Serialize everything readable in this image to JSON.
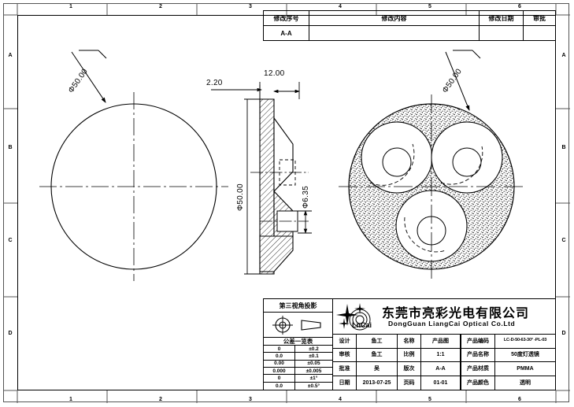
{
  "sheet": {
    "zone_columns": [
      "1",
      "2",
      "3",
      "4",
      "5",
      "6"
    ],
    "zone_rows": [
      "A",
      "B",
      "C",
      "D"
    ]
  },
  "revision_table": {
    "headers": [
      "修改序号",
      "修改内容",
      "修改日期",
      "审批"
    ],
    "rows": [
      {
        "no": "A-A",
        "content": "",
        "date": "",
        "approver": ""
      }
    ]
  },
  "views": {
    "front": {
      "name": "front-view",
      "dimension": "Φ50.00"
    },
    "section": {
      "name": "section-view",
      "dimensions": {
        "flange_thickness": "2.20",
        "overall_length": "12.00",
        "outer_diameter": "Φ50.00",
        "bore_diameter": "Φ6.35"
      }
    },
    "rear": {
      "name": "rear-view",
      "dimension": "Φ50.00",
      "lens_count": 3
    }
  },
  "title_block": {
    "projection": {
      "label": "第三视角投影",
      "symbol_name": "third-angle-projection-symbol"
    },
    "tolerance": {
      "title": "公差一览表",
      "rows": [
        {
          "nominal": "0",
          "tol": "±0.2"
        },
        {
          "nominal": "0.0",
          "tol": "±0.1"
        },
        {
          "nominal": "0.00",
          "tol": "±0.05"
        },
        {
          "nominal": "0.000",
          "tol": "±0.005"
        },
        {
          "nominal": "0",
          "tol": "±1°"
        },
        {
          "nominal": "0.0",
          "tol": "±0.5°"
        }
      ]
    },
    "company": {
      "logo_text": "LnCai",
      "name_cn": "东莞市亮彩光电有限公司",
      "name_en": "DongGuan LiangCai Optical Co.Ltd"
    },
    "meta": [
      {
        "k1": "设计",
        "v1": "鱼工",
        "k2": "名称",
        "v2": "产品图",
        "k3": "产品编码",
        "v3": "LC-D-50-63-30° -PL-03"
      },
      {
        "k1": "审核",
        "v1": "鱼工",
        "k2": "比例",
        "v2": "1:1",
        "k3": "产品名称",
        "v3": "50度灯透镜"
      },
      {
        "k1": "批准",
        "v1": "吴",
        "k2": "版次",
        "v2": "A-A",
        "k3": "产品材质",
        "v3": "PMMA"
      },
      {
        "k1": "日期",
        "v1": "2013-07-25",
        "k2": "页码",
        "v2": "01-01",
        "k3": "产品颜色",
        "v3": "透明"
      }
    ]
  }
}
